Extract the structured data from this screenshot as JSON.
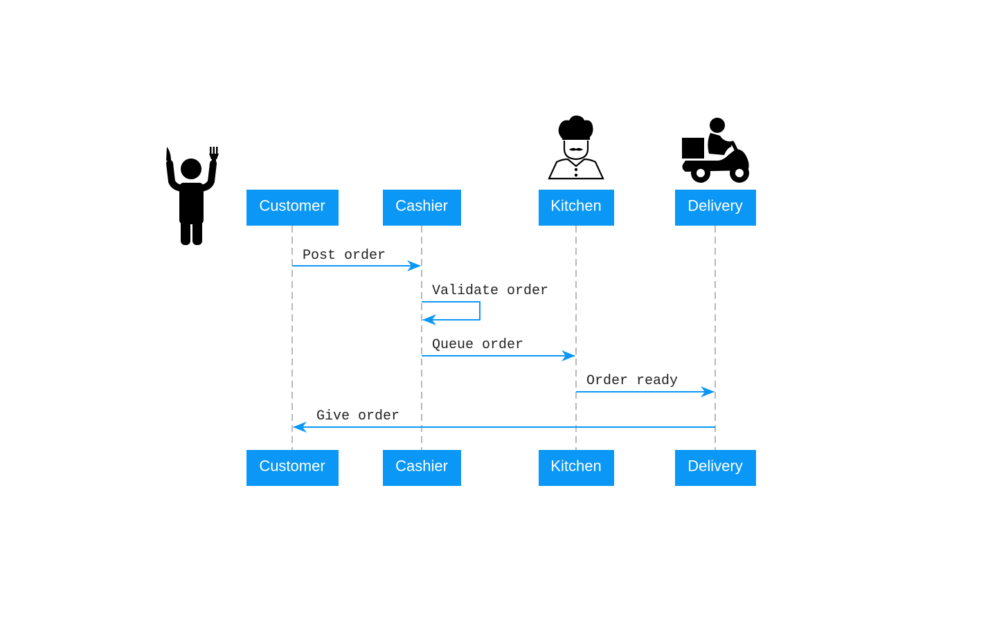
{
  "participants": [
    {
      "id": "customer",
      "label": "Customer"
    },
    {
      "id": "cashier",
      "label": "Cashier"
    },
    {
      "id": "kitchen",
      "label": "Kitchen"
    },
    {
      "id": "delivery",
      "label": "Delivery"
    }
  ],
  "messages": [
    {
      "from": "customer",
      "to": "cashier",
      "label": "Post order"
    },
    {
      "from": "cashier",
      "to": "cashier",
      "label": "Validate order"
    },
    {
      "from": "cashier",
      "to": "kitchen",
      "label": "Queue order"
    },
    {
      "from": "kitchen",
      "to": "delivery",
      "label": "Order ready"
    },
    {
      "from": "delivery",
      "to": "customer",
      "label": "Give order"
    }
  ],
  "icons": {
    "customer": "person-with-fork-and-knife-icon",
    "kitchen": "chef-icon",
    "delivery": "delivery-scooter-icon"
  },
  "colors": {
    "accent": "#0a97f5",
    "lifeline": "#9a9a9a",
    "text": "#222222"
  }
}
